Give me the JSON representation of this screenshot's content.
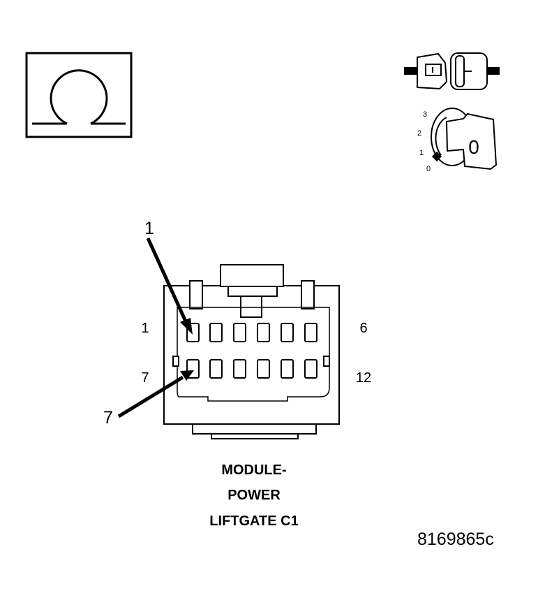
{
  "ohm_symbol": "Ω",
  "ignition": {
    "positions": [
      "3",
      "2",
      "1",
      "0"
    ],
    "key_position": "0"
  },
  "connector": {
    "caption_lines": [
      "MODULE-",
      "POWER",
      "LIFTGATE C1"
    ],
    "top_row_left_pin": "1",
    "top_row_right_pin": "6",
    "bottom_row_left_pin": "7",
    "bottom_row_right_pin": "12",
    "callouts": [
      "1",
      "7"
    ]
  },
  "figure_id": "8169865c"
}
